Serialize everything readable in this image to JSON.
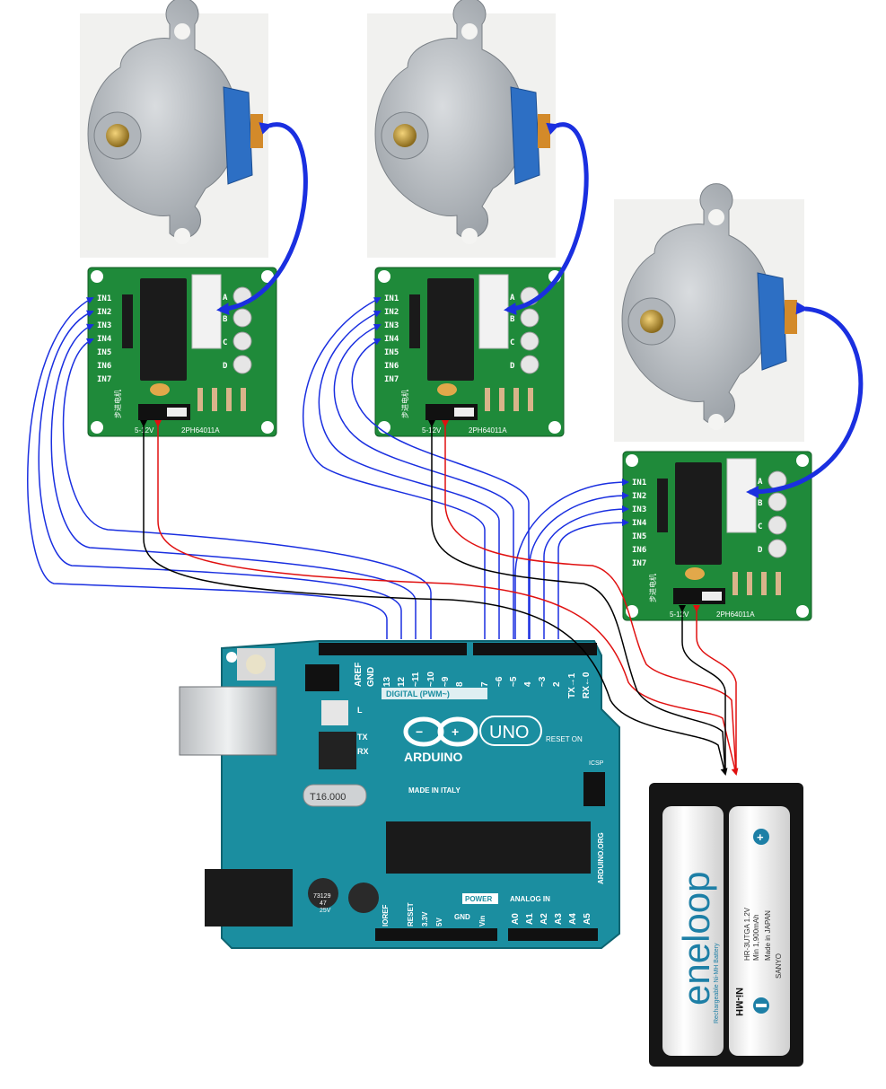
{
  "colors": {
    "signal_wire": "#1a2fe0",
    "power_wire": "#e01010",
    "ground_wire": "#000000",
    "driver_pcb": "#1f8a3a",
    "arduino_pcb": "#1b8ea0",
    "motor_body": "#c9cdd2",
    "motor_cap": "#2d6fc4"
  },
  "driver_boards": [
    {
      "id": "driver-1",
      "inputs": [
        "IN1",
        "IN2",
        "IN3",
        "IN4",
        "IN5",
        "IN6",
        "IN7"
      ],
      "phases": [
        "A",
        "B",
        "C",
        "D"
      ],
      "model": "2PH64011A",
      "vlabel": "5-12V",
      "chinese": "步进电机"
    },
    {
      "id": "driver-2",
      "inputs": [
        "IN1",
        "IN2",
        "IN3",
        "IN4",
        "IN5",
        "IN6",
        "IN7"
      ],
      "phases": [
        "A",
        "B",
        "C",
        "D"
      ],
      "model": "2PH64011A",
      "vlabel": "5-12V",
      "chinese": "步进电机"
    },
    {
      "id": "driver-3",
      "inputs": [
        "IN1",
        "IN2",
        "IN3",
        "IN4",
        "IN5",
        "IN6",
        "IN7"
      ],
      "phases": [
        "A",
        "B",
        "C",
        "D"
      ],
      "model": "2PH64011A",
      "vlabel": "5-12V",
      "chinese": "步进电机"
    }
  ],
  "arduino": {
    "logo_text": "ARDUINO",
    "uno_text": "UNO",
    "digital_label": "DIGITAL (PWM~)",
    "digital_pins": [
      "AREF",
      "GND",
      "13",
      "12",
      "~11",
      "~10",
      "~9",
      "8",
      "7",
      "~6",
      "~5",
      "4",
      "~3",
      "2",
      "TX→1",
      "RX←0"
    ],
    "made_in": "MADE IN ITALY",
    "website": "ARDUINO.ORG",
    "reset_on": "RESET ON",
    "icsp": "ICSP",
    "tx": "TX",
    "rx": "RX",
    "crystal": "T16.000",
    "power_label": "POWER",
    "analog_label": "ANALOG IN",
    "power_pins": [
      "IOREF",
      "RESET",
      "3.3V",
      "5V",
      "GND",
      "GND",
      "Vin"
    ],
    "analog_pins": [
      "A0",
      "A1",
      "A2",
      "A3",
      "A4",
      "A5"
    ],
    "cap_text": [
      "73129",
      "47",
      "25V"
    ],
    "l_label": "L"
  },
  "battery": {
    "brand": "eneloop",
    "small": "Rechargeable Ni-MH Battery",
    "model": "HR-3UTGA 1.2V",
    "capacity": "Min 1,900mAh",
    "made_in": "Made in JAPAN",
    "sanyo": "SANYO",
    "nimh": "Ni-MH"
  }
}
